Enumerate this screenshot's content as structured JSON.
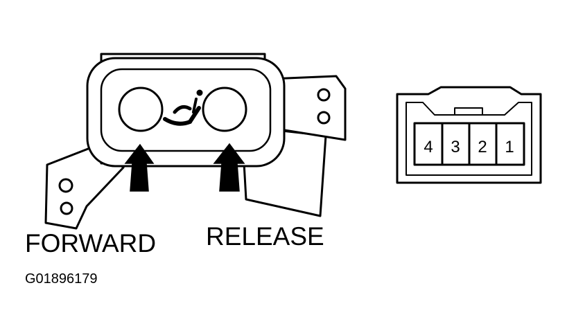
{
  "labels": {
    "forward": "FORWARD",
    "release": "RELEASE",
    "figure_id": "G01896179"
  },
  "connector": {
    "pins": [
      "4",
      "3",
      "2",
      "1"
    ]
  },
  "colors": {
    "ink": "#000000",
    "paper": "#ffffff"
  },
  "icons": {
    "switch_symbol": "seat-icon",
    "arrows": "arrow-up-icon"
  }
}
